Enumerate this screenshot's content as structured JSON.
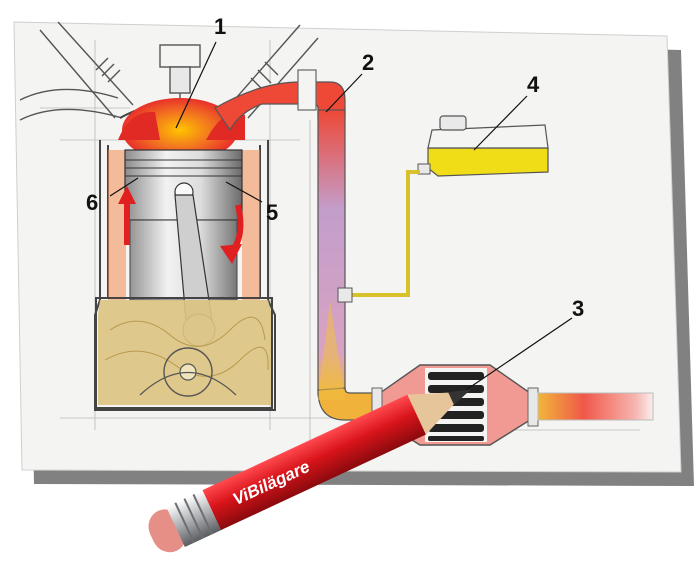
{
  "diagram": {
    "callouts": [
      {
        "number": "1"
      },
      {
        "number": "2"
      },
      {
        "number": "3"
      },
      {
        "number": "4"
      },
      {
        "number": "5"
      },
      {
        "number": "6"
      }
    ]
  },
  "pencil": {
    "brand_text": "ViBilägare",
    "color": "#d8141a"
  },
  "colors": {
    "paper": "#f4f4f2",
    "oil": "#dcc382",
    "hot_gas": "#ee3a2a",
    "reservoir": "#f1dc18",
    "exhaust_pipe": "#c7a7d4",
    "catalyst_body": "#f19a93"
  }
}
